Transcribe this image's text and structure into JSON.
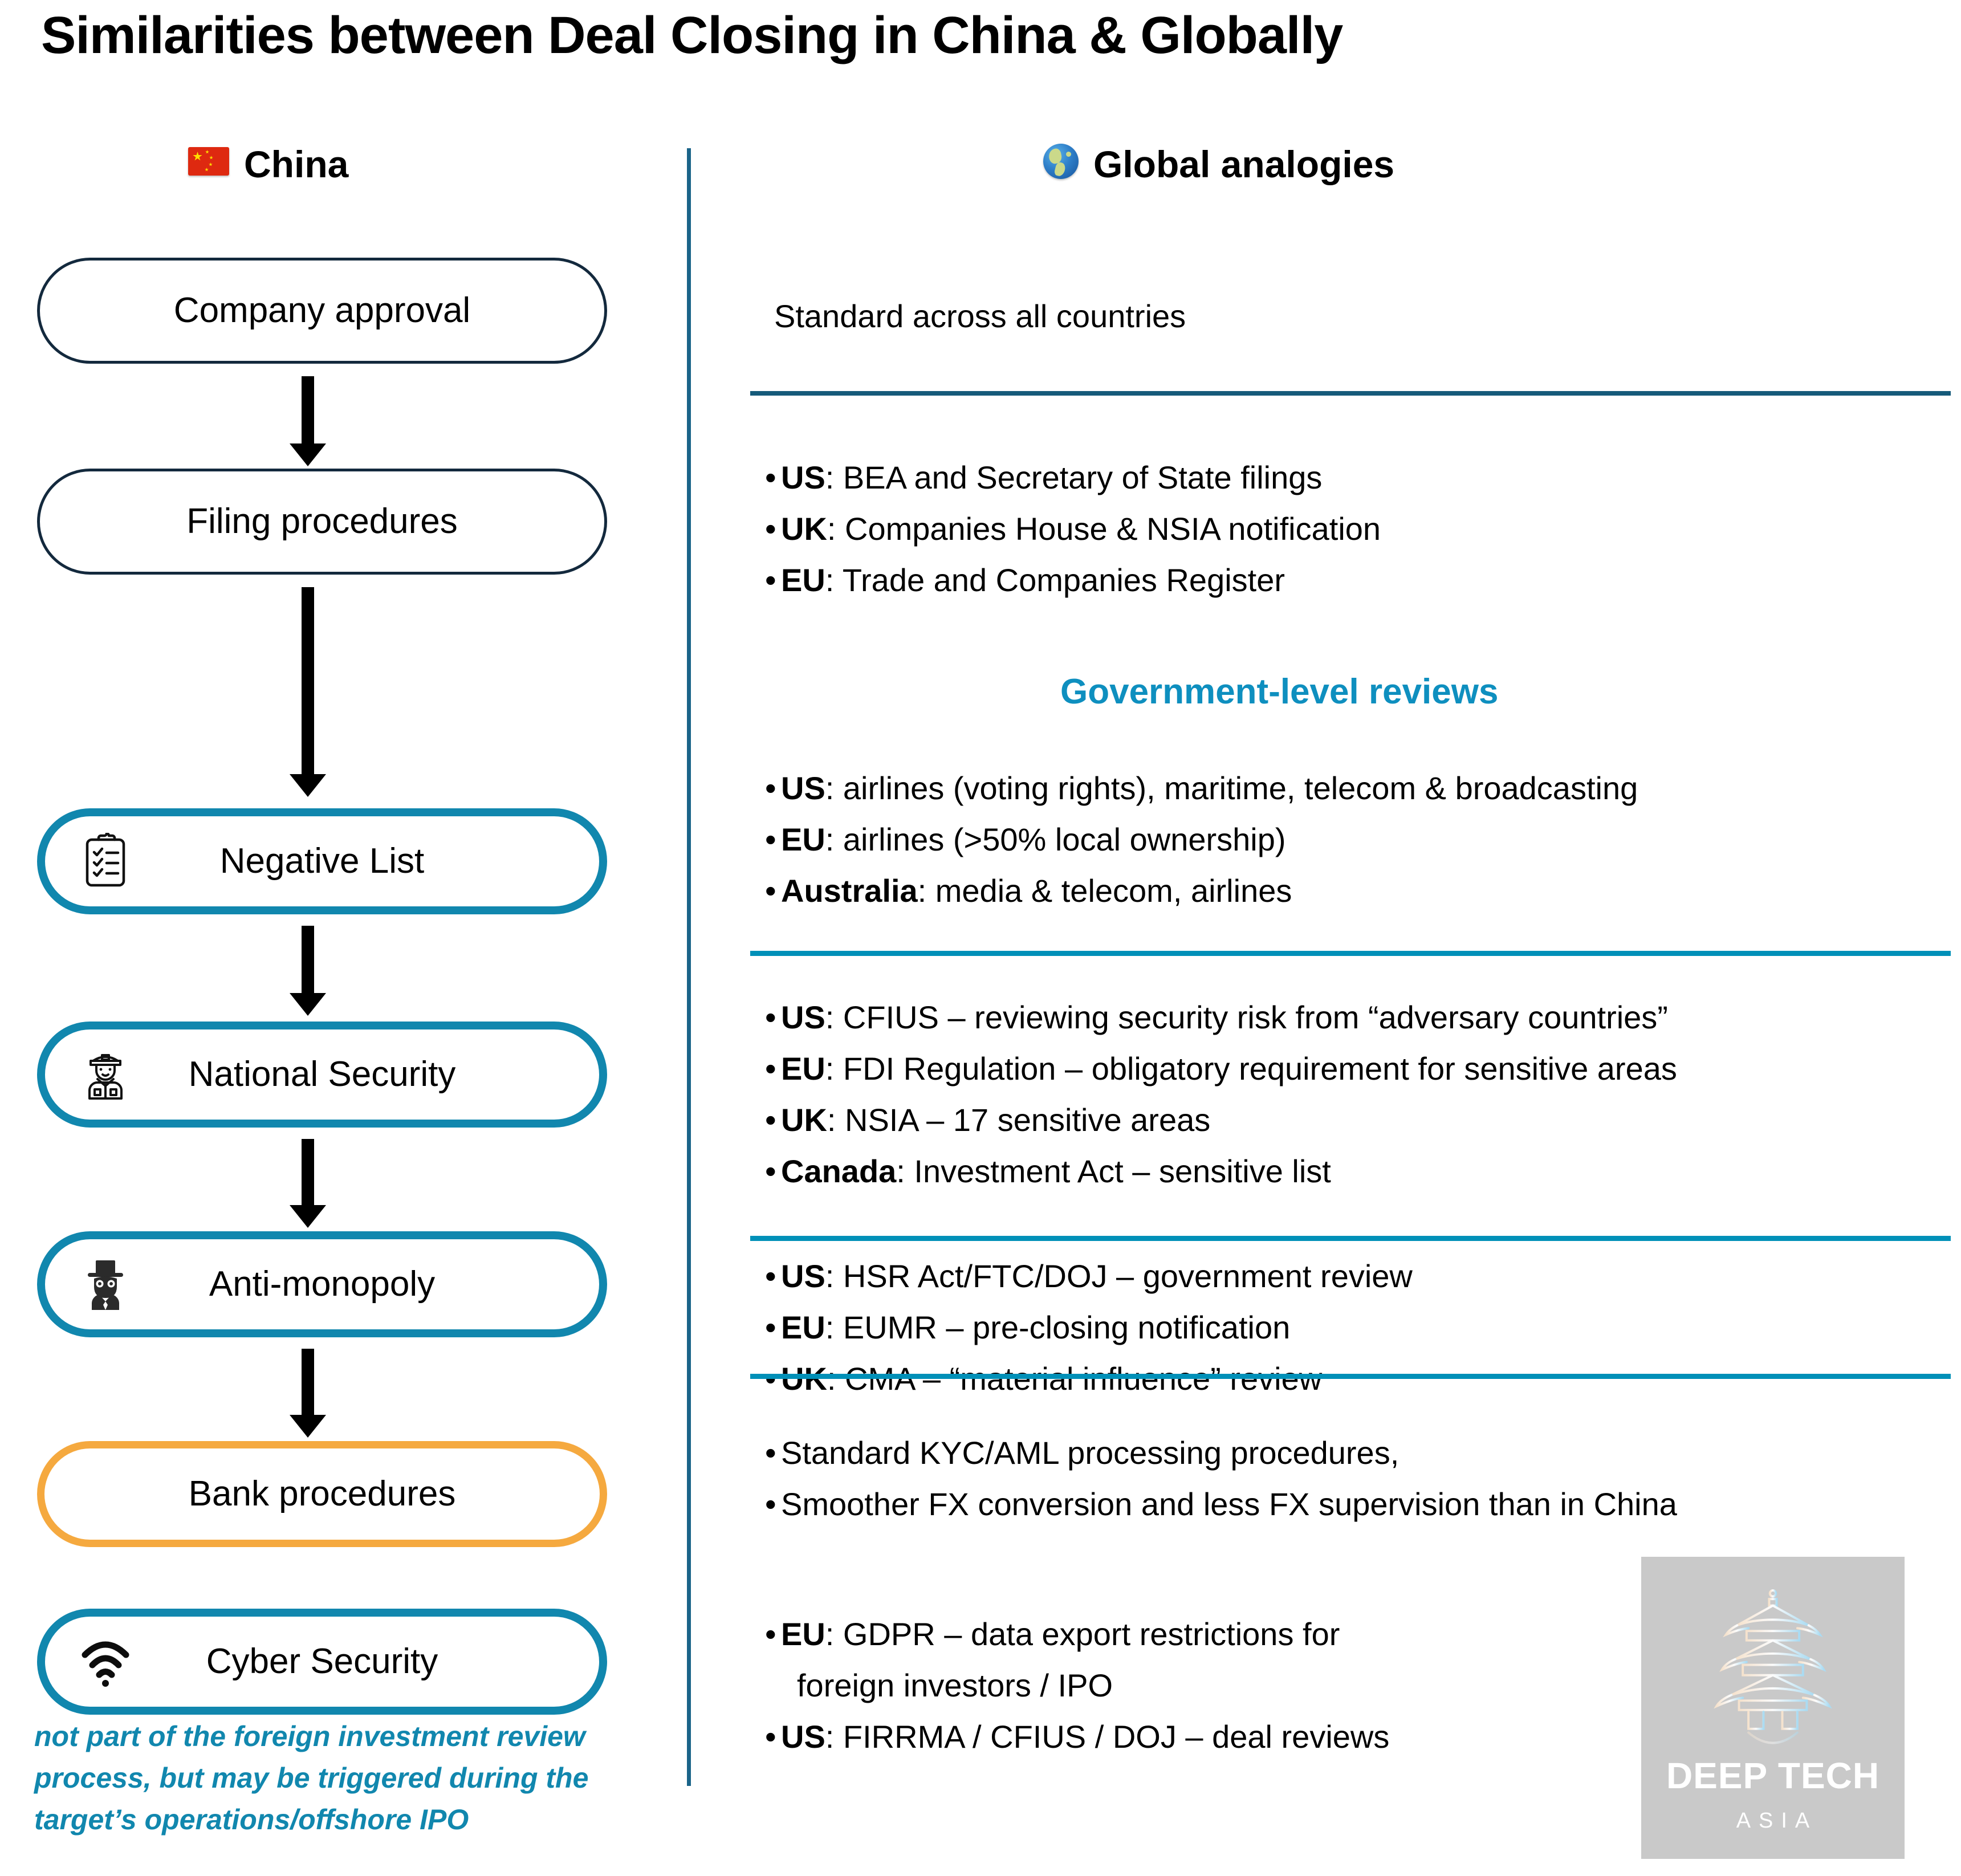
{
  "title": "Similarities between Deal Closing in China & Globally",
  "columns": {
    "left": {
      "heading": "China",
      "icon": "flag-china-icon"
    },
    "right": {
      "heading": "Global analogies",
      "icon": "globe-icon"
    }
  },
  "flow": {
    "steps": [
      {
        "label": "Company approval",
        "style": "thin",
        "icon": null
      },
      {
        "label": "Filing procedures",
        "style": "thin",
        "icon": null
      },
      {
        "label": "Negative List",
        "style": "teal",
        "icon": "clipboard-checklist-icon"
      },
      {
        "label": "National Security",
        "style": "teal",
        "icon": "police-officer-icon"
      },
      {
        "label": "Anti-monopoly",
        "style": "teal",
        "icon": "tophat-detective-icon"
      },
      {
        "label": "Bank procedures",
        "style": "amber",
        "icon": null
      },
      {
        "label": "Cyber Security",
        "style": "teal",
        "icon": "wifi-signal-icon"
      }
    ],
    "footnote": "not part of the foreign investment review process, but may be triggered during the target’s operations/offshore IPO"
  },
  "analogies": {
    "standard_note": "Standard across all countries",
    "section_title": "Government-level reviews",
    "filing": [
      {
        "country": "US",
        "text": ": BEA and Secretary of State filings"
      },
      {
        "country": "UK",
        "text": ": Companies House & NSIA notification"
      },
      {
        "country": "EU",
        "text": ": Trade and Companies Register"
      }
    ],
    "gov_reviews": [
      {
        "country": "US",
        "text": ": airlines (voting rights), maritime, telecom & broadcasting"
      },
      {
        "country": "EU",
        "text": ": airlines (>50% local ownership)"
      },
      {
        "country": "Australia",
        "text": ": media & telecom, airlines"
      }
    ],
    "national_security": [
      {
        "country": "US",
        "text": ": CFIUS – reviewing security risk from “adversary countries”"
      },
      {
        "country": "EU",
        "text": ": FDI Regulation – obligatory  requirement for sensitive areas"
      },
      {
        "country": "UK",
        "text": ": NSIA – 17 sensitive areas"
      },
      {
        "country": "Canada",
        "text": ": Investment Act – sensitive list"
      }
    ],
    "antimonopoly": [
      {
        "country": "US",
        "text": ": HSR Act/FTC/DOJ – government review"
      },
      {
        "country": "EU",
        "text": ": EUMR – pre-closing notification"
      },
      {
        "country": "UK",
        "text": ": CMA – “material influence” review"
      }
    ],
    "bank": [
      {
        "country": "",
        "text": "Standard KYC/AML processing procedures,"
      },
      {
        "country": "",
        "text": "Smoother FX conversion and less FX supervision than in China"
      }
    ],
    "cyber": [
      {
        "country": "EU",
        "text": ": GDPR – data export restrictions for"
      },
      {
        "country": "",
        "text": "foreign investors / IPO"
      },
      {
        "country": "US",
        "text": ": FIRRMA / CFIUS / DOJ  – deal reviews"
      }
    ]
  },
  "logo": {
    "line1": "DEEP TECH",
    "line2": "ASIA",
    "icon": "pagoda-icon"
  },
  "colors": {
    "teal": "#1187AE",
    "teal_bright": "#0090B8",
    "teal_dark": "#155A7A",
    "divider_blue": "#1A6489",
    "amber": "#F5A93F",
    "ink": "#13293D",
    "logo_bg": "#C9C9C9"
  }
}
